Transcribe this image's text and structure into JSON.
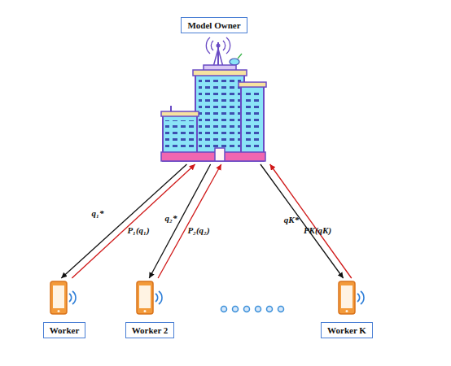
{
  "diagram": {
    "nodes": [
      {
        "text": [
          "Model Owner"
        ]
      },
      {
        "text": [
          "Worker"
        ]
      },
      {
        "text": [
          "Worker 2"
        ]
      },
      {
        "text": [
          "Worker K"
        ]
      }
    ],
    "edges": [
      {
        "from": 0,
        "to": 1,
        "arrow": "to",
        "label": "q₁*"
      },
      {
        "from": 1,
        "to": 0,
        "arrow": "to",
        "label": "P₁(q₁)"
      },
      {
        "from": 0,
        "to": 2,
        "arrow": "to",
        "label": "q₂*"
      },
      {
        "from": 2,
        "to": 0,
        "arrow": "to",
        "label": "P₂(q₂)"
      },
      {
        "from": 0,
        "to": 3,
        "arrow": "to",
        "label": "qK*"
      },
      {
        "from": 3,
        "to": 0,
        "arrow": "to",
        "label": "PK(qK)"
      }
    ]
  }
}
